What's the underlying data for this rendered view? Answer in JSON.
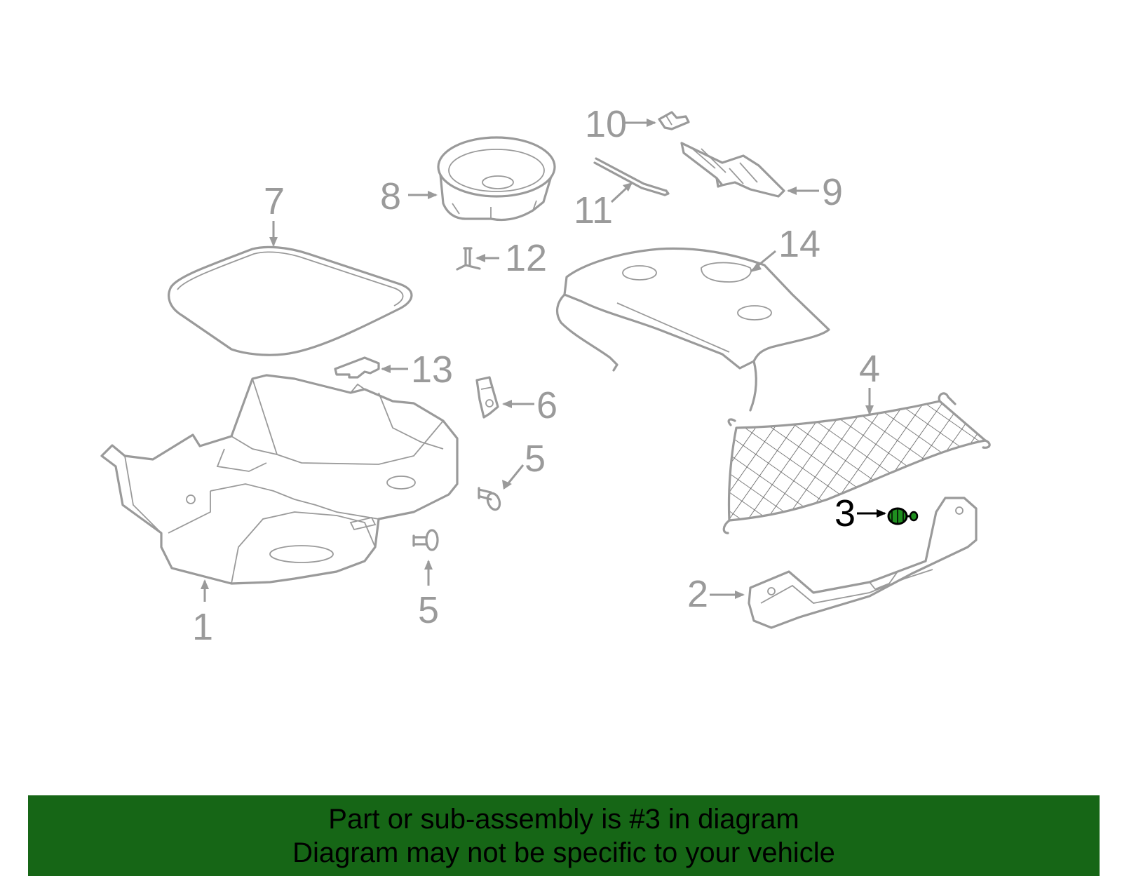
{
  "diagram": {
    "callouts": {
      "c1": "1",
      "c2": "2",
      "c3": "3",
      "c4": "4",
      "c5a": "5",
      "c5b": "5",
      "c6": "6",
      "c7": "7",
      "c8": "8",
      "c9": "9",
      "c10": "10",
      "c11": "11",
      "c12": "12",
      "c13": "13",
      "c14": "14"
    },
    "selected_part": "3",
    "colors": {
      "part_line": "#9a9a9a",
      "highlight_part": "#1f8f1f",
      "banner": "#166616",
      "selected_text": "#000000"
    }
  },
  "footer": {
    "line1": "Part or sub-assembly is #3 in diagram",
    "line2": "Diagram may not be specific to your vehicle"
  }
}
